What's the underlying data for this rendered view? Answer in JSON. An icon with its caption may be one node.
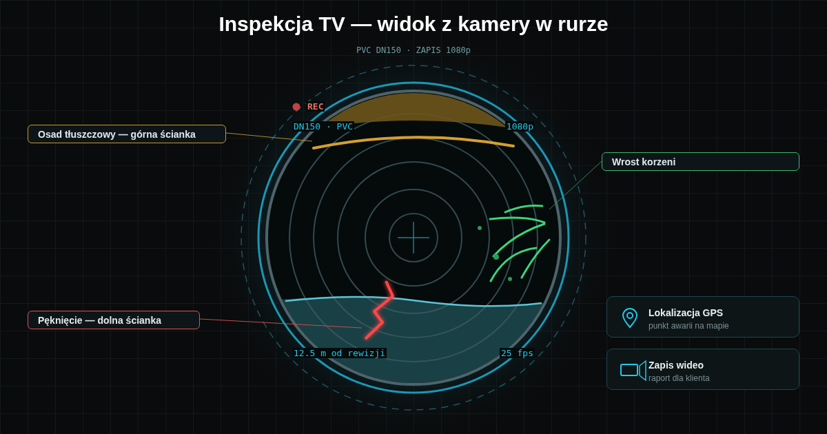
{
  "diagram": {
    "title": "Inspekcja TV — widok z kamery w rurze",
    "nodes": [
      {
        "text": [
          "Osad tłuszczowy — górna ścianka"
        ]
      },
      {
        "text": [],
        "shape": "picture"
      },
      {
        "text": [
          "Wrost korzeni"
        ]
      },
      {
        "text": [],
        "shape": "picture"
      },
      {
        "text": [
          "Pęknięcie — dolna ścianka"
        ]
      },
      {
        "text": [],
        "shape": "picture"
      },
      {
        "text": [
          "Lokalizacja GPS",
          "punkt awarii na mapie"
        ]
      },
      {
        "text": [
          "Zapis wideo",
          "raport dla klienta"
        ]
      }
    ],
    "edges": [
      {
        "from": 0,
        "to": 1,
        "arrow": "none",
        "color": "#b08a30"
      },
      {
        "from": 2,
        "to": 3,
        "arrow": "none",
        "color": "#2f8a55"
      },
      {
        "from": 4,
        "to": 5,
        "arrow": "none",
        "color": "#c0504d"
      }
    ],
    "labels": [
      "PVC DN150 · ZAPIS 1080p",
      "REC",
      "DN150 · PVC",
      "1080p",
      "12.5 m od rewizji",
      "25 fps"
    ]
  }
}
